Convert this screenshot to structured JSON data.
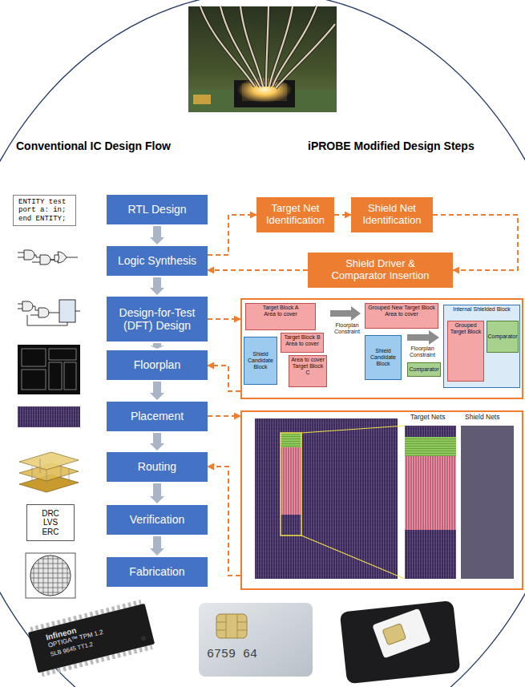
{
  "diagram": {
    "nodes": [
      {
        "text": [
          "ENTITY test port a: in; end ENTITY;"
        ]
      },
      {
        "text": [
          "RTL Design"
        ]
      },
      {
        "text": [
          "Target Net Identification"
        ]
      },
      {
        "text": [
          "Shield Net Identification"
        ]
      },
      {
        "text": [
          "Logic Synthesis"
        ]
      },
      {
        "text": [
          "Shield Driver & Comparator Insertion"
        ]
      },
      {
        "text": [
          "Design-for-Test (DFT) Design"
        ]
      },
      {
        "text": [
          "Floorplan Constraint",
          "Floorplan Constraint"
        ]
      },
      {
        "text": [
          "Target Block A",
          "Area to cover"
        ],
        "in": 7
      },
      {
        "text": [
          "Target Block B",
          "Area to cover"
        ],
        "in": 7
      },
      {
        "text": [
          "Area to cover",
          "Target Block C"
        ],
        "in": 7
      },
      {
        "text": [
          "Shield Candidate Block"
        ],
        "in": 7
      },
      {
        "text": [
          "Grouped New Target Block",
          "Area to cover"
        ],
        "in": 7
      },
      {
        "text": [
          "Shield Candidate Block"
        ],
        "in": 7
      },
      {
        "text": [
          "Comparator"
        ],
        "in": 7
      },
      {
        "text": [
          "Internal Shielded Block"
        ],
        "in": 7
      },
      {
        "text": [
          "Grouped Target Block"
        ],
        "in": 15
      },
      {
        "text": [
          "Comparator"
        ],
        "in": 15
      },
      {
        "text": [
          "Floorplan"
        ]
      },
      {
        "text": [
          "Placement"
        ]
      },
      {
        "text": [
          "Target Nets",
          "Shield Nets"
        ]
      },
      {
        "text": [
          "Routing"
        ]
      },
      {
        "text": [
          "DRC LVS ERC"
        ]
      },
      {
        "text": [
          "Verification"
        ]
      },
      {
        "text": [
          "Fabrication"
        ]
      }
    ],
    "edges": [
      {
        "from": 1,
        "to": 4,
        "arrow": "to"
      },
      {
        "from": 4,
        "to": 6,
        "arrow": "to"
      },
      {
        "from": 6,
        "to": 18,
        "arrow": "to"
      },
      {
        "from": 18,
        "to": 19,
        "arrow": "to"
      },
      {
        "from": 19,
        "to": 21,
        "arrow": "to"
      },
      {
        "from": 21,
        "to": 23,
        "arrow": "to"
      },
      {
        "from": 23,
        "to": 24,
        "arrow": "to"
      },
      {
        "from": 4,
        "to": 2,
        "arrow": "to"
      },
      {
        "from": 2,
        "to": 3,
        "arrow": "to"
      },
      {
        "from": 3,
        "to": 5,
        "arrow": "to"
      },
      {
        "from": 5,
        "to": 4,
        "arrow": "to"
      },
      {
        "from": 6,
        "to": 7,
        "arrow": "to"
      },
      {
        "from": 7,
        "to": 18,
        "arrow": "to"
      },
      {
        "from": 19,
        "to": 20,
        "arrow": "to"
      },
      {
        "from": 20,
        "to": 21,
        "arrow": "to"
      }
    ],
    "labels": [
      "Conventional IC Design Flow",
      "iPROBE Modified Design Steps",
      "Infineon",
      "OPTIGA™ TPM 1.2",
      "SLB 9645 TT1.2",
      "6759 64"
    ]
  }
}
